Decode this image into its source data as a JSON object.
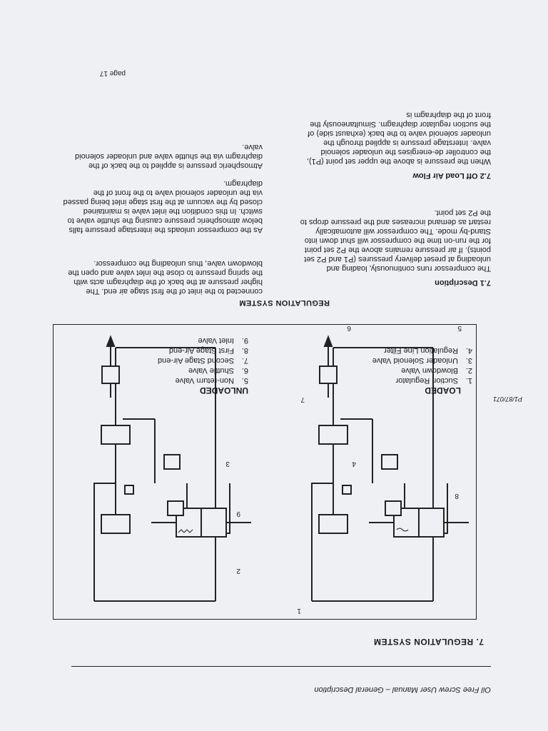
{
  "header": {
    "title": "Oil Free Screw User Manual – General Description"
  },
  "section": {
    "heading": "7.  REGULATION SYSTEM"
  },
  "diagram": {
    "ref_code": "P1/87/071",
    "captions": {
      "unloaded": "UNLOADED",
      "loaded": "LOADED"
    },
    "callouts": [
      "1",
      "2",
      "3",
      "4",
      "5",
      "6",
      "7",
      "8",
      "9"
    ]
  },
  "legend": {
    "col1": [
      {
        "num": "1.",
        "label": "Suction Regulator"
      },
      {
        "num": "2.",
        "label": "Blowdown Valve"
      },
      {
        "num": "3.",
        "label": "Unloader Solenoid Valve"
      },
      {
        "num": "4.",
        "label": "Regulation Line Filter"
      }
    ],
    "col2": [
      {
        "num": "5.",
        "label": "Non-return Valve"
      },
      {
        "num": "6.",
        "label": "Shuttle Valve"
      },
      {
        "num": "7.",
        "label": "Second Stage Air-end"
      },
      {
        "num": "8.",
        "label": "First Stage Air-end"
      },
      {
        "num": "9.",
        "label": "Inlet Valve"
      }
    ]
  },
  "regulation_title": "REGULATION SYSTEM",
  "desc": {
    "heading": "7.1  Description",
    "p1": "The compressor runs continuously, loading and unloading at preset delivery pressures (P1 and P2 set points). If air pressure remains above the P2 set point for the run-on time the compressor will shut down into Stand-by mode. The compressor will automatically restart as demand increases and the pressure drops to the P2 set point.",
    "p2": "connected to the inlet of the first stage air end. The higher pressure at the back of the diaphragm acts with the spring pressure to close the inlet valve and open the blowdown valve, thus unloading the compressor.",
    "p3": "As the compressor unloads the interstage pressure falls below atmospheric pressure causing the shuttle valve to switch.  In this condition the inlet valve is maintained closed by the vacuum at the first stage inlet being passed via the unloader solenoid valve to the front of the diaphragm.",
    "p4": "Atmospheric pressure is applied to the back of the diaphragm via the shuttle valve and unloader solenoid valve."
  },
  "off_load": {
    "heading": "7.2  Off Load Air Flow",
    "p1": "When the pressure is above the upper set point (P1), the controller de-energises the unloader solenoid valve. Interstage pressure is applied through the unloader solenoid valve to the back (exhaust side) of the suction regulator diaphragm. Simultaneously the front of the diaphragm is"
  },
  "page_number": "page 17"
}
